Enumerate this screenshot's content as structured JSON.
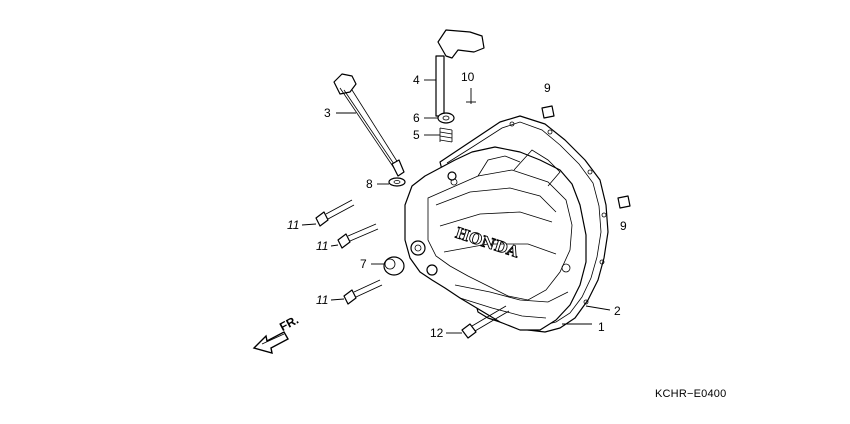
{
  "diagram": {
    "code": "KCHR−E0400",
    "brand": "HONDA",
    "front_marker": "FR.",
    "callouts": {
      "c1": "1",
      "c2": "2",
      "c3": "3",
      "c4": "4",
      "c5": "5",
      "c6": "6",
      "c7": "7",
      "c8": "8",
      "c9a": "9",
      "c9b": "9",
      "c10": "10",
      "c11a": "11",
      "c11b": "11",
      "c11c": "11",
      "c12": "12"
    }
  }
}
